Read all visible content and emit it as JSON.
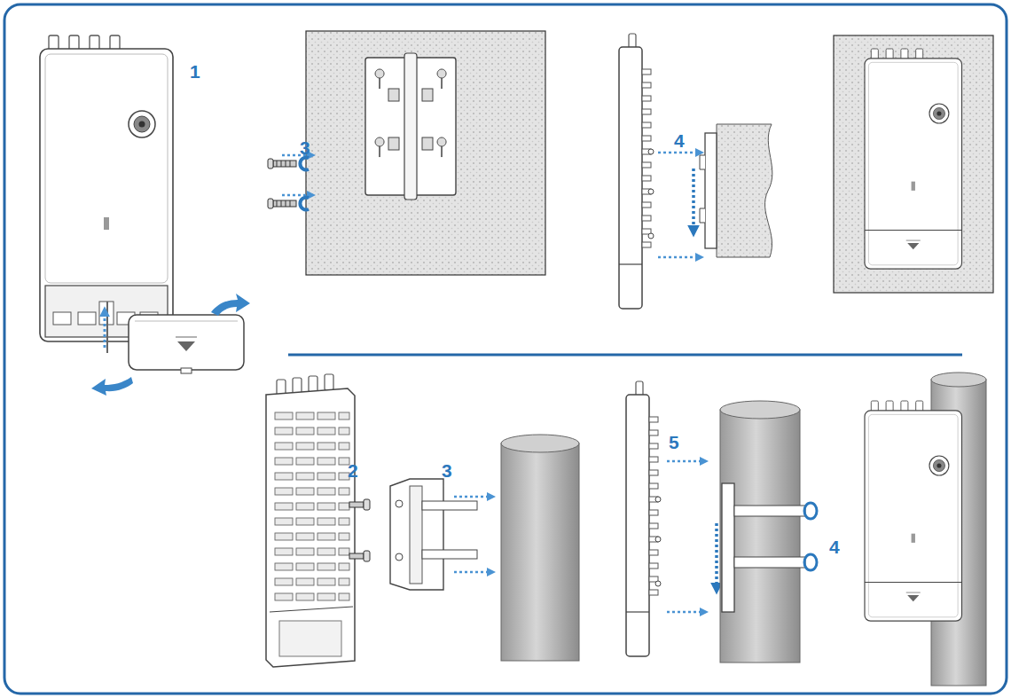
{
  "diagram": {
    "labels": [
      "1",
      "3",
      "4",
      "2",
      "3",
      "5",
      "4"
    ]
  }
}
